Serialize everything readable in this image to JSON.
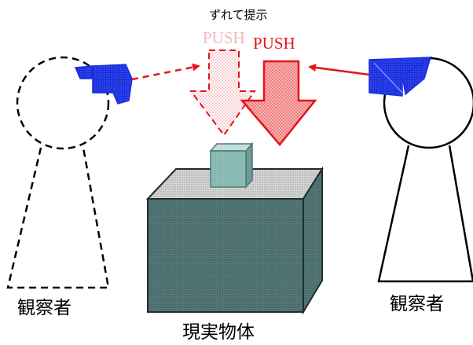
{
  "caption": "ずれて提示",
  "push_ghost_label": "PUSH",
  "push_real_label": "PUSH",
  "observer_left_label": "観察者",
  "observer_right_label": "観察者",
  "object_label": "現実物体",
  "colors": {
    "device_blue": "#1b2ee0",
    "arrow_red": "#e4141b",
    "arrow_red_fill": "#ef7d7d",
    "ghost_pink": "#f4b6be",
    "box_dark": "#5c8080",
    "cube_teal": "#8ebeb8"
  }
}
